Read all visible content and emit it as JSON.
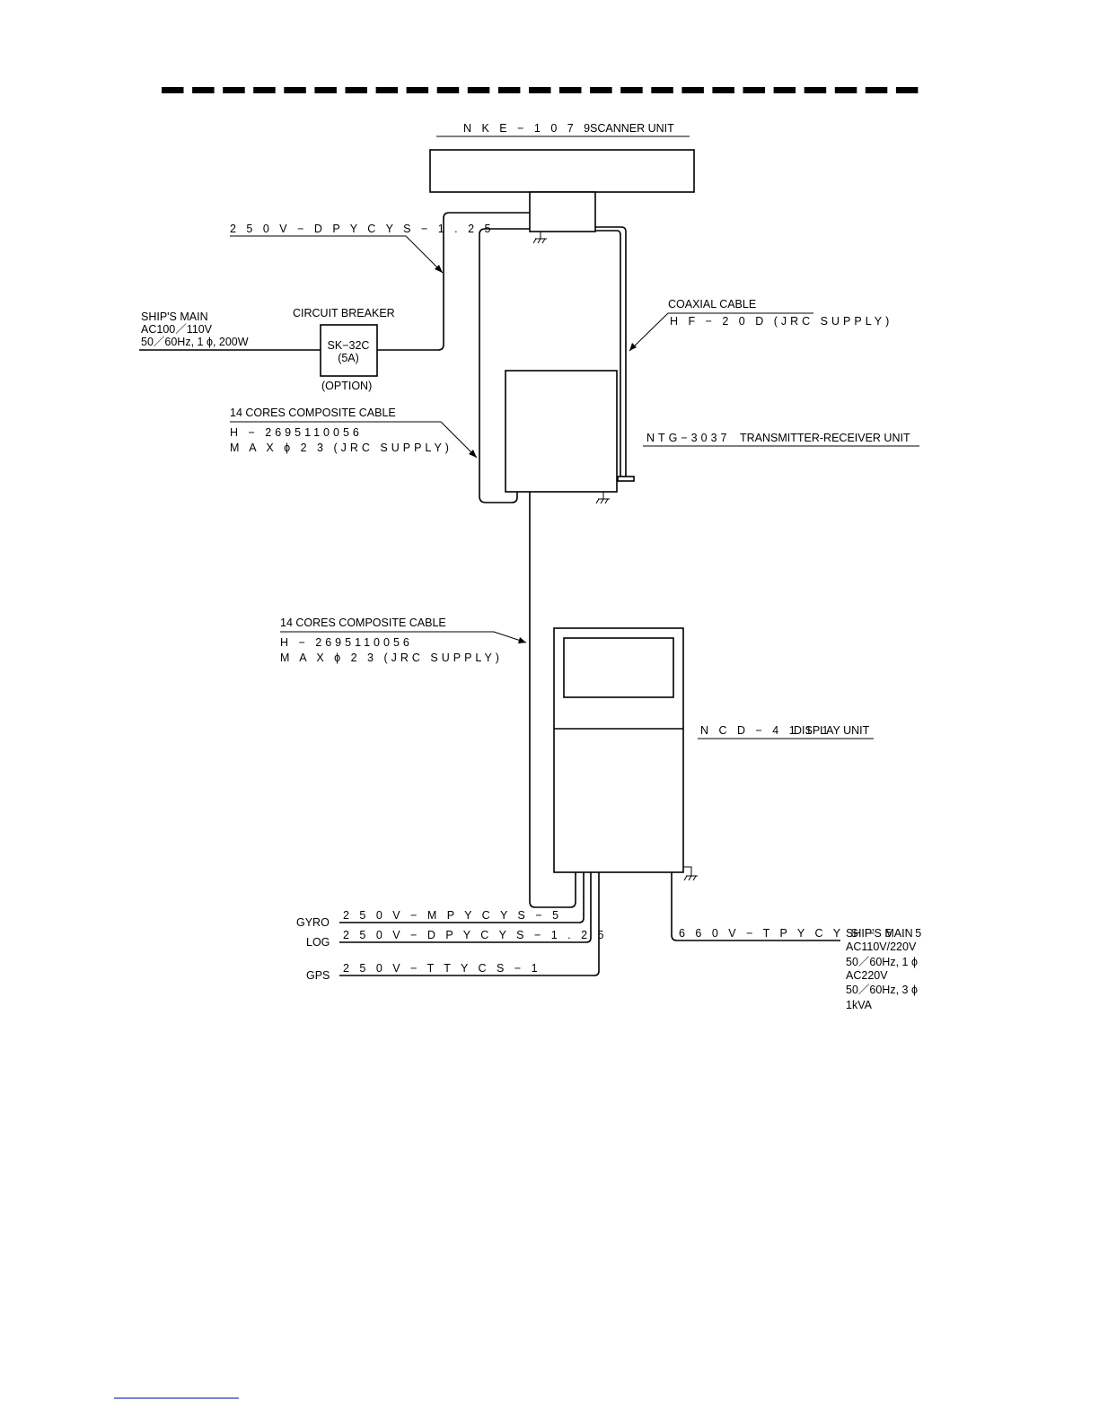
{
  "header_dashes": {
    "count": 25
  },
  "scanner": {
    "model": "N K E − 1 0 7 9",
    "name": "SCANNER UNIT"
  },
  "cables": {
    "scanner_power": "2 5 0 V − D P Y C Y S − 1 . 2 5",
    "coaxial_title": "COAXIAL CABLE",
    "coaxial_spec": "H F − 2 0 D (JRC SUPPLY)",
    "composite_upper_title": "14 CORES COMPOSITE CABLE",
    "composite_upper_part": "H − 2695110056",
    "composite_upper_max": "M A X   ϕ 2 3 (JRC SUPPLY)",
    "composite_lower_title": "14 CORES COMPOSITE CABLE",
    "composite_lower_part": "H − 2695110056",
    "composite_lower_max": "M A X   ϕ 2 3  (JRC SUPPLY)"
  },
  "ships_main_top": {
    "title": "SHIP'S MAIN",
    "voltage": "AC100／110V",
    "spec": "50／60Hz, 1 ϕ, 200W"
  },
  "breaker": {
    "title": "CIRCUIT BREAKER",
    "model": "SK−32C",
    "rating": "(5A)",
    "note": "(OPTION)"
  },
  "transceiver": {
    "model": "NTG−3037",
    "name": "TRANSMITTER-RECEIVER UNIT"
  },
  "display": {
    "model": "N C D − 4 1 1 1",
    "name": "DISPLAY UNIT"
  },
  "inputs": [
    {
      "name": "GYRO",
      "cable": "2 5 0 V − M P Y C Y S − 5"
    },
    {
      "name": "LOG",
      "cable": "2 5 0 V − D P Y C Y S − 1 . 2 5"
    },
    {
      "name": "GPS",
      "cable": "2 5 0 V − T T Y C S − 1"
    }
  ],
  "ships_main_bottom": {
    "cable": "6 6 0 V − T P Y C Y S − 5 . 5",
    "title": "SHIP'S MAIN",
    "line1": "AC110V/220V",
    "line2": "50／60Hz, 1 ϕ",
    "line3": "AC220V",
    "line4": "50／60Hz, 3 ϕ",
    "line5": "1kVA"
  }
}
